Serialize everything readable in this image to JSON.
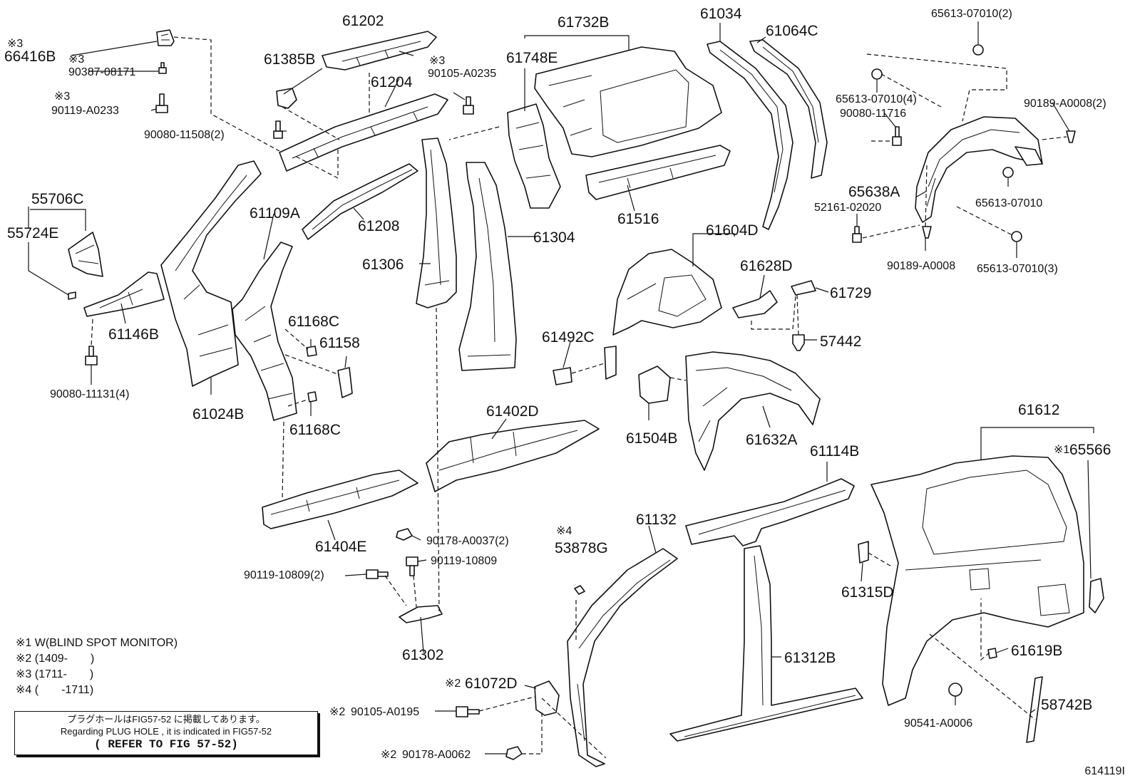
{
  "labels": {
    "p66416B": "66416B",
    "p90387": "90387-08171",
    "p90119_A0233": "90119-A0233",
    "p61202": "61202",
    "p61385B": "61385B",
    "p61204": "61204",
    "p90105_A0235": "90105-A0235",
    "p90080_11508": "90080-11508(2)",
    "p61732B": "61732B",
    "p61748E": "61748E",
    "p61034": "61034",
    "p61064C": "61064C",
    "p65613_2": "65613-07010(2)",
    "p65613_4": "65613-07010(4)",
    "p90080_11716": "90080-11716",
    "p90189_2": "90189-A0008(2)",
    "p65638A": "65638A",
    "p65613": "65613-07010",
    "p52161": "52161-02020",
    "p90189": "90189-A0008",
    "p65613_3": "65613-07010(3)",
    "p55706C": "55706C",
    "p55724E": "55724E",
    "p61146B": "61146B",
    "p90080_11131": "90080-11131(4)",
    "p61109A": "61109A",
    "p61208": "61208",
    "p61306": "61306",
    "p61304": "61304",
    "p61516": "61516",
    "p61604D": "61604D",
    "p61628D": "61628D",
    "p61729": "61729",
    "p57442": "57442",
    "p61168C_a": "61168C",
    "p61158": "61158",
    "p61024B": "61024B",
    "p61168C_b": "61168C",
    "p61492C": "61492C",
    "p61504B": "61504B",
    "p61632A": "61632A",
    "p61402D": "61402D",
    "p61612": "61612",
    "p65566": "65566",
    "p61114B": "61114B",
    "p61404E": "61404E",
    "p90178_A0037": "90178-A0037(2)",
    "p90119_10809": "90119-10809",
    "p90119_10809_2": "90119-10809(2)",
    "p61132": "61132",
    "p53878G": "53878G",
    "p61315D": "61315D",
    "p61302": "61302",
    "p61312B": "61312B",
    "p61619B": "61619B",
    "p61072D": "61072D",
    "p90105_A0195": "90105-A0195",
    "p90541": "90541-A0006",
    "p58742B": "58742B",
    "p90178_A0062": "90178-A0062"
  },
  "marks": {
    "m3a": "※3",
    "m3b": "※3",
    "m3c": "※3",
    "m3d": "※3",
    "m1": "※1",
    "m4": "※4",
    "m2a": "※2",
    "m2b": "※2",
    "m2c": "※2"
  },
  "legend": [
    "※1 W(BLIND SPOT MONITOR)",
    "※2 (1409-　　)",
    "※3 (1711-　　)",
    "※4 (　　-1711)"
  ],
  "notice": {
    "line1": "プラグホールはFIG57-52 に掲載してあります。",
    "line2": "Regarding PLUG HOLE , it is indicated in FIG57-52",
    "line3": "( REFER TO FIG 57-52)"
  },
  "figure_code": "614119I"
}
